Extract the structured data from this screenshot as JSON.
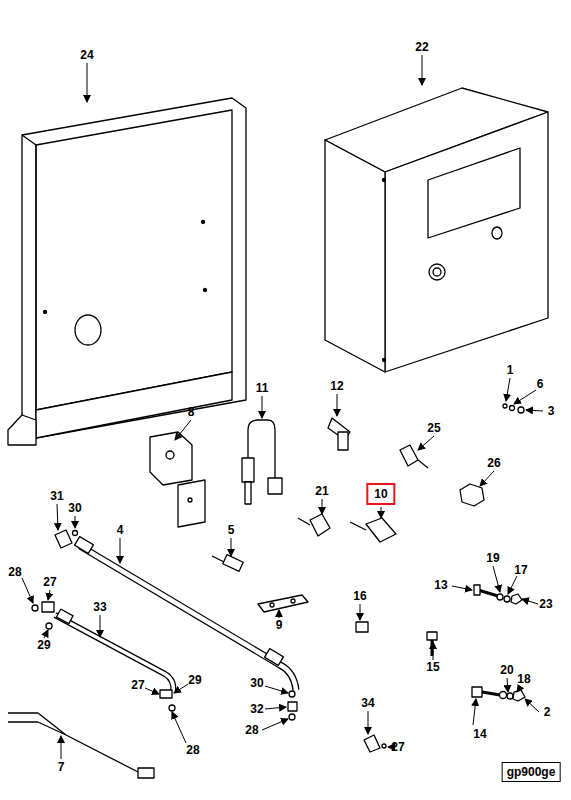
{
  "diagram": {
    "nodes": [
      {
        "text": [
          "10"
        ]
      },
      {
        "text": [
          "gp900ge"
        ]
      }
    ],
    "labels": [
      "24",
      "22",
      "1",
      "6",
      "3",
      "11",
      "12",
      "8",
      "25",
      "26",
      "21",
      "31",
      "30",
      "4",
      "5",
      "19",
      "17",
      "13",
      "23",
      "28",
      "27",
      "29",
      "33",
      "9",
      "16",
      "15",
      "20",
      "18",
      "29",
      "27",
      "30",
      "32",
      "28",
      "28",
      "14",
      "2",
      "34",
      "27",
      "7"
    ]
  }
}
